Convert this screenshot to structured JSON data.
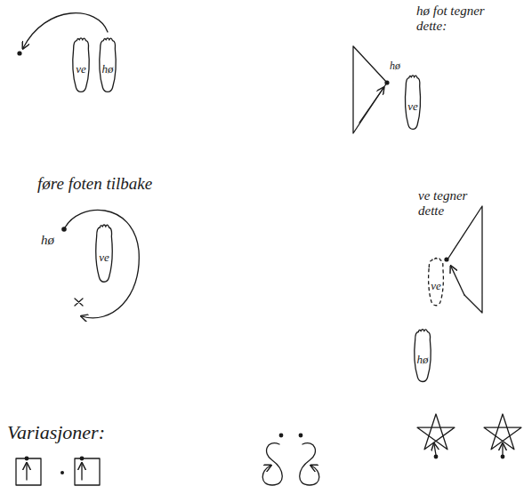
{
  "diagram": {
    "nodes": [
      {
        "text": [
          "ve"
        ]
      },
      {
        "text": [
          "hø"
        ]
      },
      {
        "text": [
          "ve"
        ]
      },
      {
        "text": [
          "ve"
        ]
      },
      {
        "text": [
          "ve"
        ]
      },
      {
        "text": [
          "hø"
        ]
      }
    ],
    "labels": [
      "hø fot tegner dette:",
      "hø",
      "føre foten tilbake",
      "hø",
      "ve tegner dette",
      "Variasjoner:"
    ]
  }
}
